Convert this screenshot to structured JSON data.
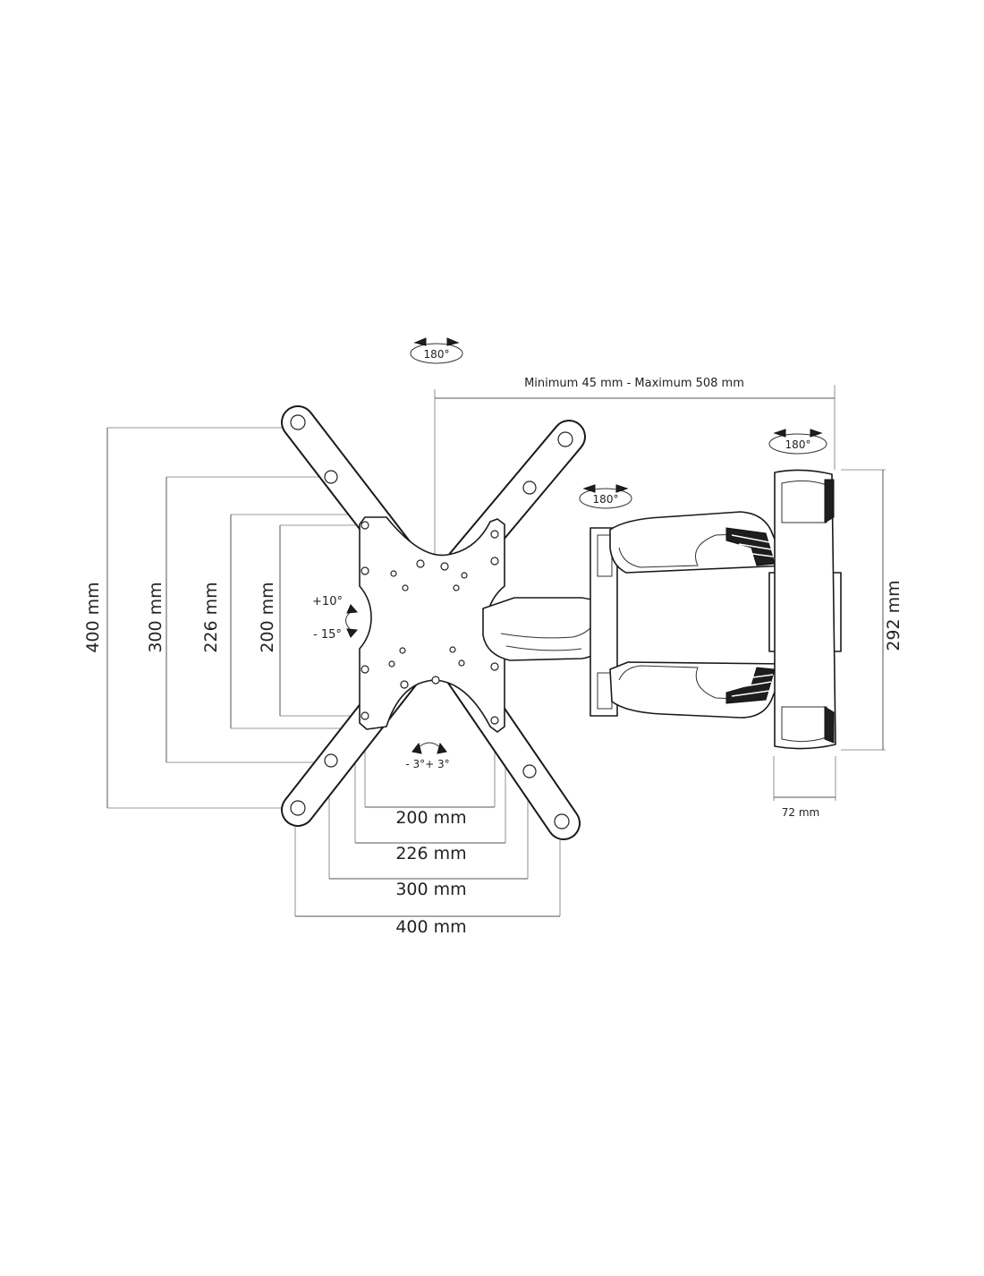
{
  "rotation_top": "180°",
  "rotation_arm": "180°",
  "rotation_wall": "180°",
  "extension_label": "Minimum 45 mm - Maximum 508 mm",
  "tilt_up": "+10°",
  "tilt_down": "- 15°",
  "swivel_label": "- 3°+ 3°",
  "vertical_dims": [
    "400 mm",
    "300 mm",
    "226 mm",
    "200 mm"
  ],
  "horizontal_dims": [
    "200 mm",
    "226 mm",
    "300 mm",
    "400 mm"
  ],
  "wall_height": "292 mm",
  "wall_depth": "72 mm"
}
